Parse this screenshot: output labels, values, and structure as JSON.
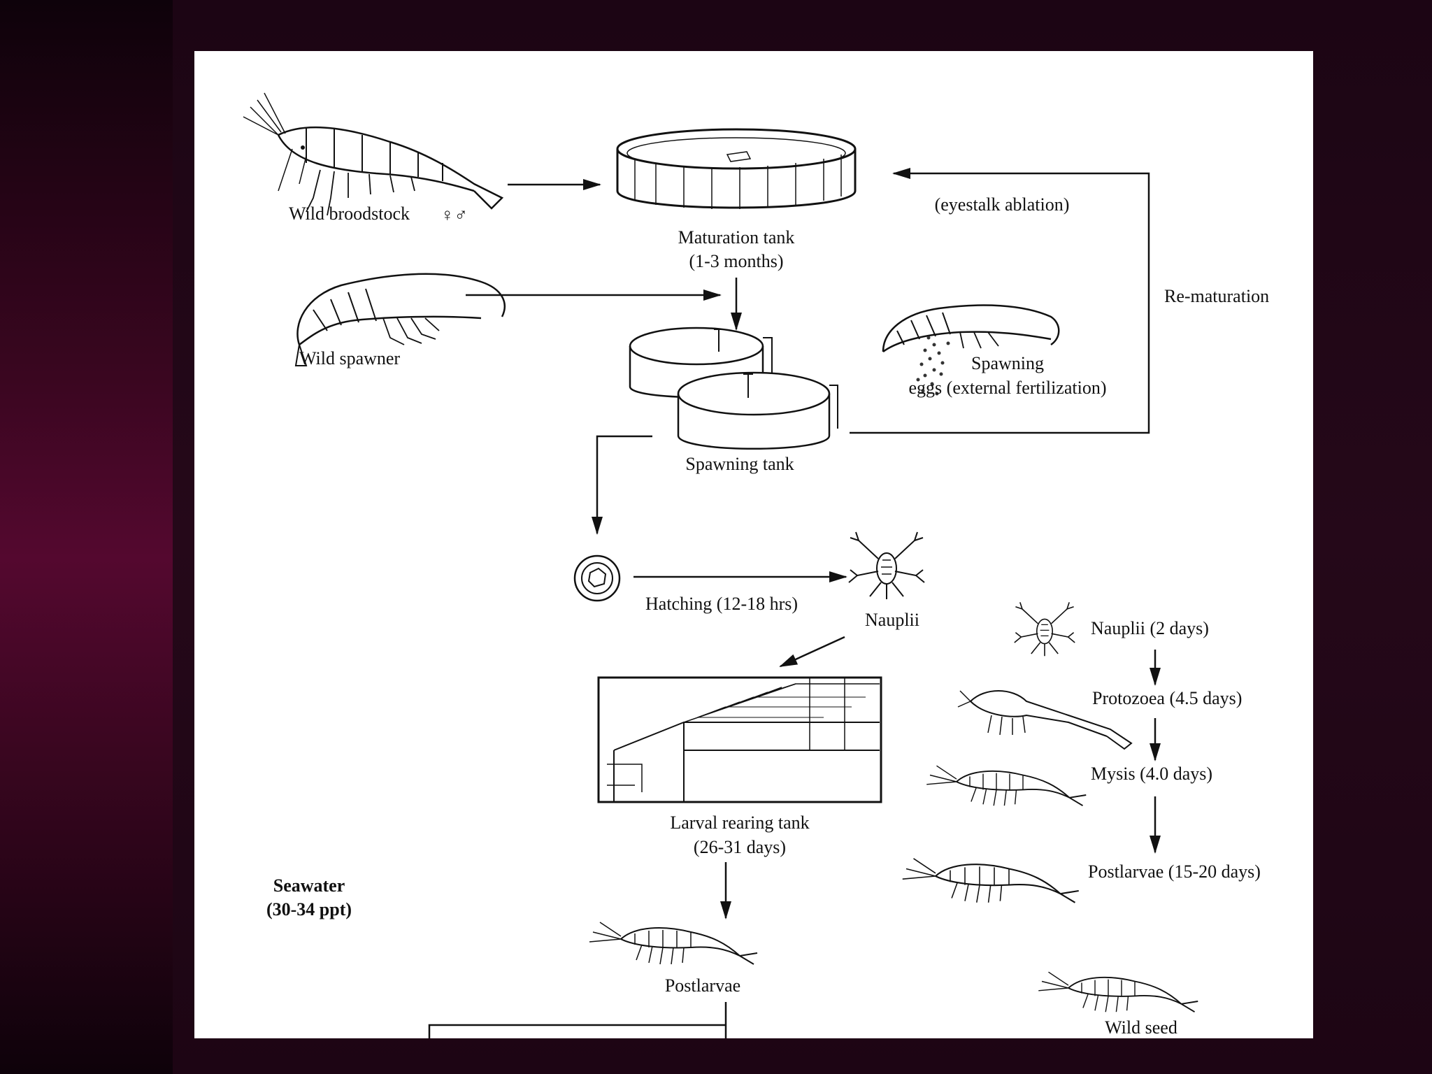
{
  "diagram": {
    "labels": {
      "wild_broodstock": "Wild broodstock",
      "sex_symbols": "♀♂",
      "maturation_tank_line1": "Maturation tank",
      "maturation_tank_line2": "(1-3 months)",
      "eyestalk_ablation": "(eyestalk ablation)",
      "re_maturation": "Re-maturation",
      "wild_spawner": "Wild spawner",
      "spawning": "Spawning",
      "eggs": "eggs (external fertilization)",
      "spawning_tank": "Spawning tank",
      "hatching": "Hatching (12-18 hrs)",
      "nauplii": "Nauplii",
      "larval_rearing_tank_line1": "Larval rearing tank",
      "larval_rearing_tank_line2": "(26-31 days)",
      "seawater_line1": "Seawater",
      "seawater_line2": "(30-34 ppt)",
      "postlarvae": "Postlarvae",
      "stage_nauplii": "Nauplii (2 days)",
      "stage_protozoea": "Protozoea (4.5 days)",
      "stage_mysis": "Mysis (4.0 days)",
      "stage_postlarvae": "Postlarvae (15-20 days)",
      "wild_seed": "Wild seed"
    }
  },
  "colors": {
    "left_strip_accent": "#54082f",
    "background": "#1c0514",
    "figure_background": "#ffffff",
    "ink": "#111111"
  }
}
